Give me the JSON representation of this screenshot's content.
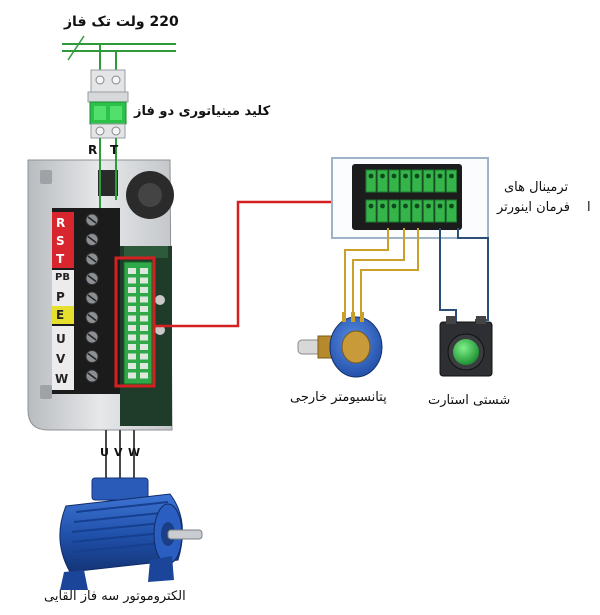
{
  "labels": {
    "supply": "220 ولت تک فاز",
    "breaker": "کلید مینیاتوری دو فاز",
    "breaker_terminals": [
      "R",
      "T"
    ],
    "control_terminals_line1": "ترمینال های",
    "control_terminals_line2": "فرمان اینورتر",
    "potentiometer": "پتانسیومتر خارجی",
    "start_button": "شستی استارت",
    "motor": "الکتروموتور سه فاز القایی",
    "side_mark": "ا"
  },
  "terminal_block": [
    "R",
    "S",
    "T",
    "PB",
    "P",
    "E",
    "U",
    "V",
    "W"
  ],
  "motor_leads": [
    "U",
    "V",
    "W"
  ],
  "colors": {
    "mains_line": "#2e9a3a",
    "highlight": "#d42020",
    "pot_wire": "#c9a12a",
    "button_wire": "#2c4f78",
    "motor_body": "#1f4fa8",
    "terminal_green": "#35b44a"
  },
  "icons": [
    "breaker-icon",
    "inverter-housing-icon",
    "terminal-strip-icon",
    "potentiometer-icon",
    "push-button-icon",
    "motor-icon"
  ]
}
